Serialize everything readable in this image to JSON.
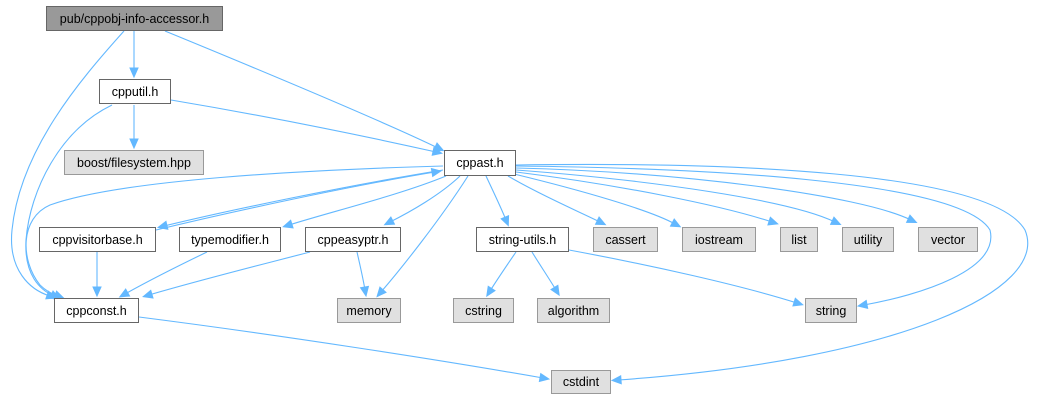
{
  "graph": {
    "title": "pub/cppobj-info-accessor.h",
    "colors": {
      "edge": "#63b8ff",
      "root_fill": "#999999",
      "system_fill": "#e0e0e0",
      "local_fill": "#ffffff"
    },
    "nodes": {
      "root": {
        "label": "pub/cppobj-info-accessor.h",
        "kind": "root"
      },
      "cpputil": {
        "label": "cpputil.h",
        "kind": "local"
      },
      "boost_fs": {
        "label": "boost/filesystem.hpp",
        "kind": "system"
      },
      "cppast": {
        "label": "cppast.h",
        "kind": "local"
      },
      "cppvisitorbase": {
        "label": "cppvisitorbase.h",
        "kind": "local"
      },
      "typemodifier": {
        "label": "typemodifier.h",
        "kind": "local"
      },
      "cppeasyptr": {
        "label": "cppeasyptr.h",
        "kind": "local"
      },
      "string_utils": {
        "label": "string-utils.h",
        "kind": "local"
      },
      "cassert": {
        "label": "cassert",
        "kind": "system"
      },
      "iostream": {
        "label": "iostream",
        "kind": "system"
      },
      "list": {
        "label": "list",
        "kind": "system"
      },
      "utility": {
        "label": "utility",
        "kind": "system"
      },
      "vector": {
        "label": "vector",
        "kind": "system"
      },
      "cppconst": {
        "label": "cppconst.h",
        "kind": "local"
      },
      "memory": {
        "label": "memory",
        "kind": "system"
      },
      "cstring": {
        "label": "cstring",
        "kind": "system"
      },
      "algorithm": {
        "label": "algorithm",
        "kind": "system"
      },
      "string": {
        "label": "string",
        "kind": "system"
      },
      "cstdint": {
        "label": "cstdint",
        "kind": "system"
      }
    },
    "edges": [
      [
        "root",
        "cpputil"
      ],
      [
        "root",
        "cppast"
      ],
      [
        "root",
        "cppconst"
      ],
      [
        "cpputil",
        "boost_fs"
      ],
      [
        "cpputil",
        "cppast"
      ],
      [
        "cpputil",
        "cppconst"
      ],
      [
        "cppast",
        "cppconst"
      ],
      [
        "cppast",
        "cppvisitorbase"
      ],
      [
        "cppvisitorbase",
        "cppast"
      ],
      [
        "cppast",
        "typemodifier"
      ],
      [
        "cppast",
        "cppeasyptr"
      ],
      [
        "cppast",
        "memory"
      ],
      [
        "cppast",
        "string_utils"
      ],
      [
        "cppast",
        "cassert"
      ],
      [
        "cppast",
        "iostream"
      ],
      [
        "cppast",
        "list"
      ],
      [
        "cppast",
        "utility"
      ],
      [
        "cppast",
        "vector"
      ],
      [
        "cppast",
        "string"
      ],
      [
        "cppast",
        "cstdint"
      ],
      [
        "cppvisitorbase",
        "cppconst"
      ],
      [
        "typemodifier",
        "cppconst"
      ],
      [
        "cppeasyptr",
        "cppconst"
      ],
      [
        "cppeasyptr",
        "memory"
      ],
      [
        "string_utils",
        "cstring"
      ],
      [
        "string_utils",
        "algorithm"
      ],
      [
        "string_utils",
        "string"
      ],
      [
        "cppconst",
        "cstdint"
      ]
    ]
  }
}
